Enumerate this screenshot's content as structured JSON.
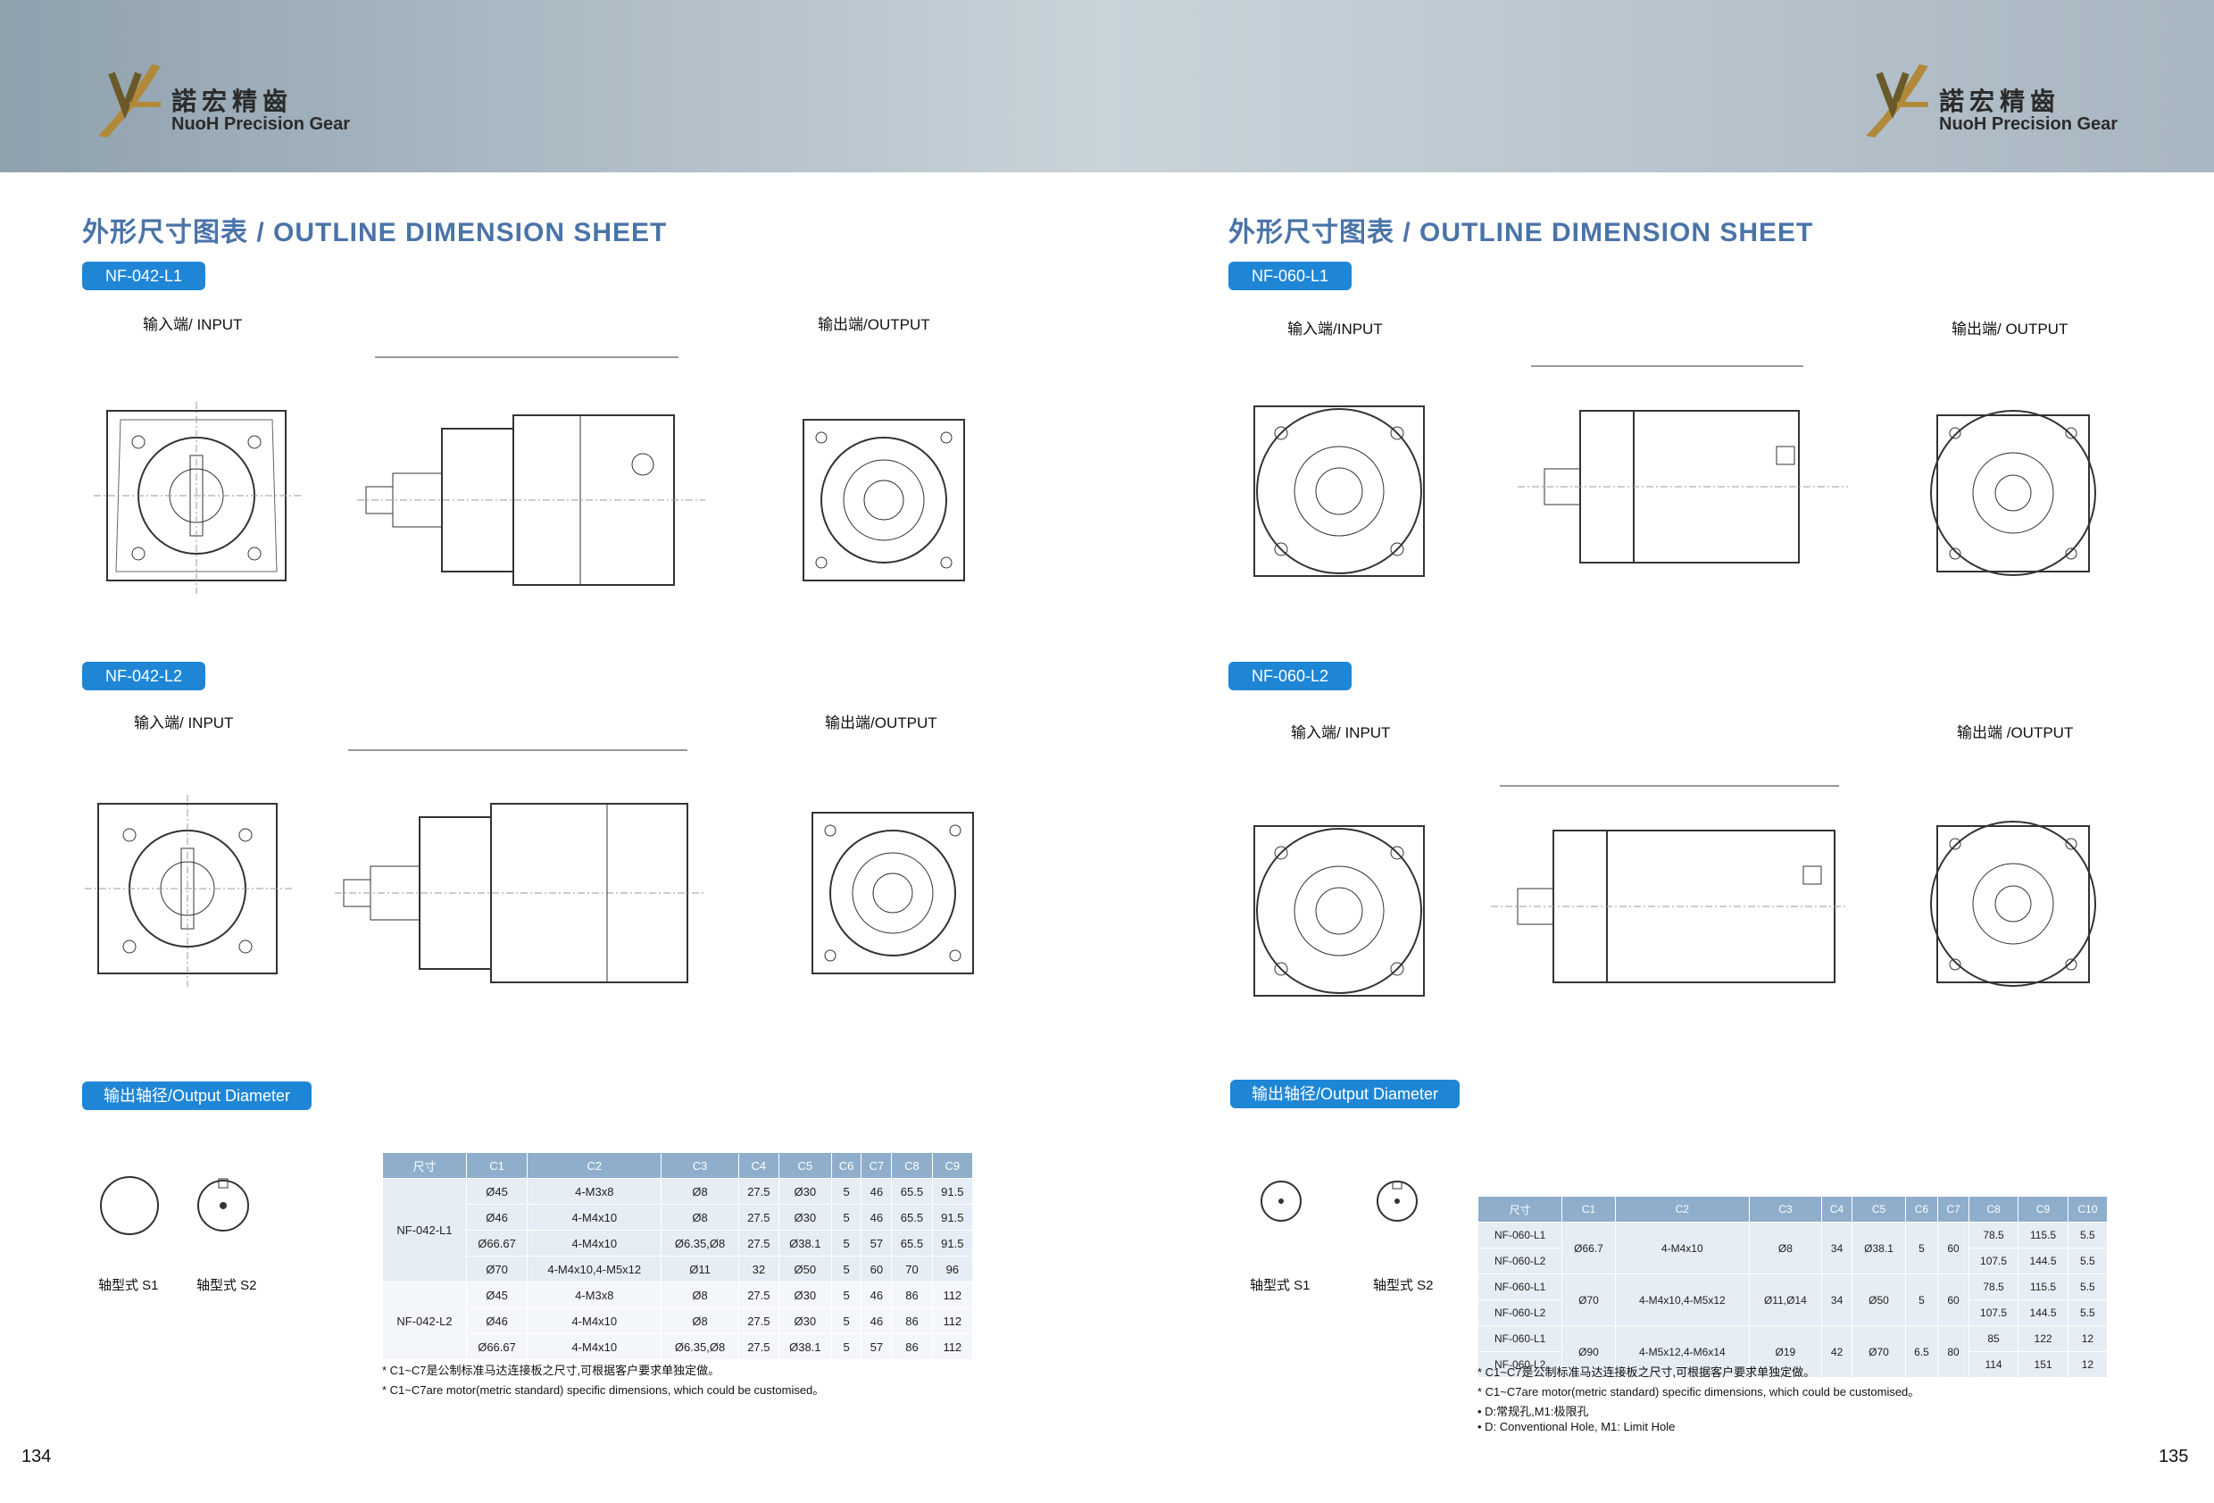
{
  "brand": {
    "cn": "諾宏精齒",
    "en": "NuoH Precision Gear"
  },
  "left": {
    "title": "外形尺寸图表 / OUTLINE DIMENSION SHEET",
    "tag1": "NF-042-L1",
    "tag2": "NF-042-L2",
    "tag3": "输出轴径/Output Diameter",
    "input1": "输入端/ INPUT",
    "output1": "输出端/OUTPUT",
    "input2": "输入端/ INPUT",
    "output2": "输出端/OUTPUT",
    "shaft_s1": "轴型式 S1",
    "shaft_s2": "轴型式 S2",
    "headers": [
      "尺寸",
      "C1",
      "C2",
      "C3",
      "C4",
      "C5",
      "C6",
      "C7",
      "C8",
      "C9"
    ],
    "model_a": "NF-042-L1",
    "model_b": "NF-042-L2",
    "rows": [
      [
        "Ø45",
        "4-M3x8",
        "Ø8",
        "27.5",
        "Ø30",
        "5",
        "46",
        "65.5",
        "91.5"
      ],
      [
        "Ø46",
        "4-M4x10",
        "Ø8",
        "27.5",
        "Ø30",
        "5",
        "46",
        "65.5",
        "91.5"
      ],
      [
        "Ø66.67",
        "4-M4x10",
        "Ø6.35,Ø8",
        "27.5",
        "Ø38.1",
        "5",
        "57",
        "65.5",
        "91.5"
      ],
      [
        "Ø70",
        "4-M4x10,4-M5x12",
        "Ø11",
        "32",
        "Ø50",
        "5",
        "60",
        "70",
        "96"
      ],
      [
        "Ø45",
        "4-M3x8",
        "Ø8",
        "27.5",
        "Ø30",
        "5",
        "46",
        "86",
        "112"
      ],
      [
        "Ø46",
        "4-M4x10",
        "Ø8",
        "27.5",
        "Ø30",
        "5",
        "46",
        "86",
        "112"
      ],
      [
        "Ø66.67",
        "4-M4x10",
        "Ø6.35,Ø8",
        "27.5",
        "Ø38.1",
        "5",
        "57",
        "86",
        "112"
      ]
    ],
    "note1": "* C1~C7是公制标准马达连接板之尺寸,可根据客户要求单独定做。",
    "note2": "* C1~C7are motor(metric standard)  specific dimensions, which could be customised。",
    "page": "134"
  },
  "right": {
    "title": "外形尺寸图表 / OUTLINE DIMENSION SHEET",
    "tag1": "NF-060-L1",
    "tag2": "NF-060-L2",
    "tag3": "输出轴径/Output Diameter",
    "input1": "输入端/INPUT",
    "output1": "输出端/ OUTPUT",
    "input2": "输入端/ INPUT",
    "output2": "输出端 /OUTPUT",
    "shaft_s1": "轴型式 S1",
    "shaft_s2": "轴型式 S2",
    "headers": [
      "尺寸",
      "C1",
      "C2",
      "C3",
      "C4",
      "C5",
      "C6",
      "C7",
      "C8",
      "C9",
      "C10"
    ],
    "models": [
      "NF-060-L1",
      "NF-060-L2",
      "NF-060-L1",
      "NF-060-L2",
      "NF-060-L1",
      "NF-060-L2"
    ],
    "groups": [
      {
        "c1": "Ø66.7",
        "c2": "4-M4x10",
        "c3": "Ø8",
        "c4": "34",
        "c5": "Ø38.1",
        "c6": "5",
        "c7": "60"
      },
      {
        "c1": "Ø70",
        "c2": "4-M4x10,4-M5x12",
        "c3": "Ø11,Ø14",
        "c4": "34",
        "c5": "Ø50",
        "c6": "5",
        "c7": "60"
      },
      {
        "c1": "Ø90",
        "c2": "4-M5x12,4-M6x14",
        "c3": "Ø19",
        "c4": "42",
        "c5": "Ø70",
        "c6": "6.5",
        "c7": "80"
      }
    ],
    "tail": [
      [
        "78.5",
        "115.5",
        "5.5"
      ],
      [
        "107.5",
        "144.5",
        "5.5"
      ],
      [
        "78.5",
        "115.5",
        "5.5"
      ],
      [
        "107.5",
        "144.5",
        "5.5"
      ],
      [
        "85",
        "122",
        "12"
      ],
      [
        "114",
        "151",
        "12"
      ]
    ],
    "note1": "* C1~C7是公制标准马达连接板之尺寸,可根据客户要求单独定做。",
    "note2": "* C1~C7are motor(metric standard)  specific dimensions, which could be customised。",
    "note3": "• D:常规孔,M1:极限孔",
    "note4": "• D: Conventional Hole, M1: Limit Hole",
    "page": "135"
  }
}
